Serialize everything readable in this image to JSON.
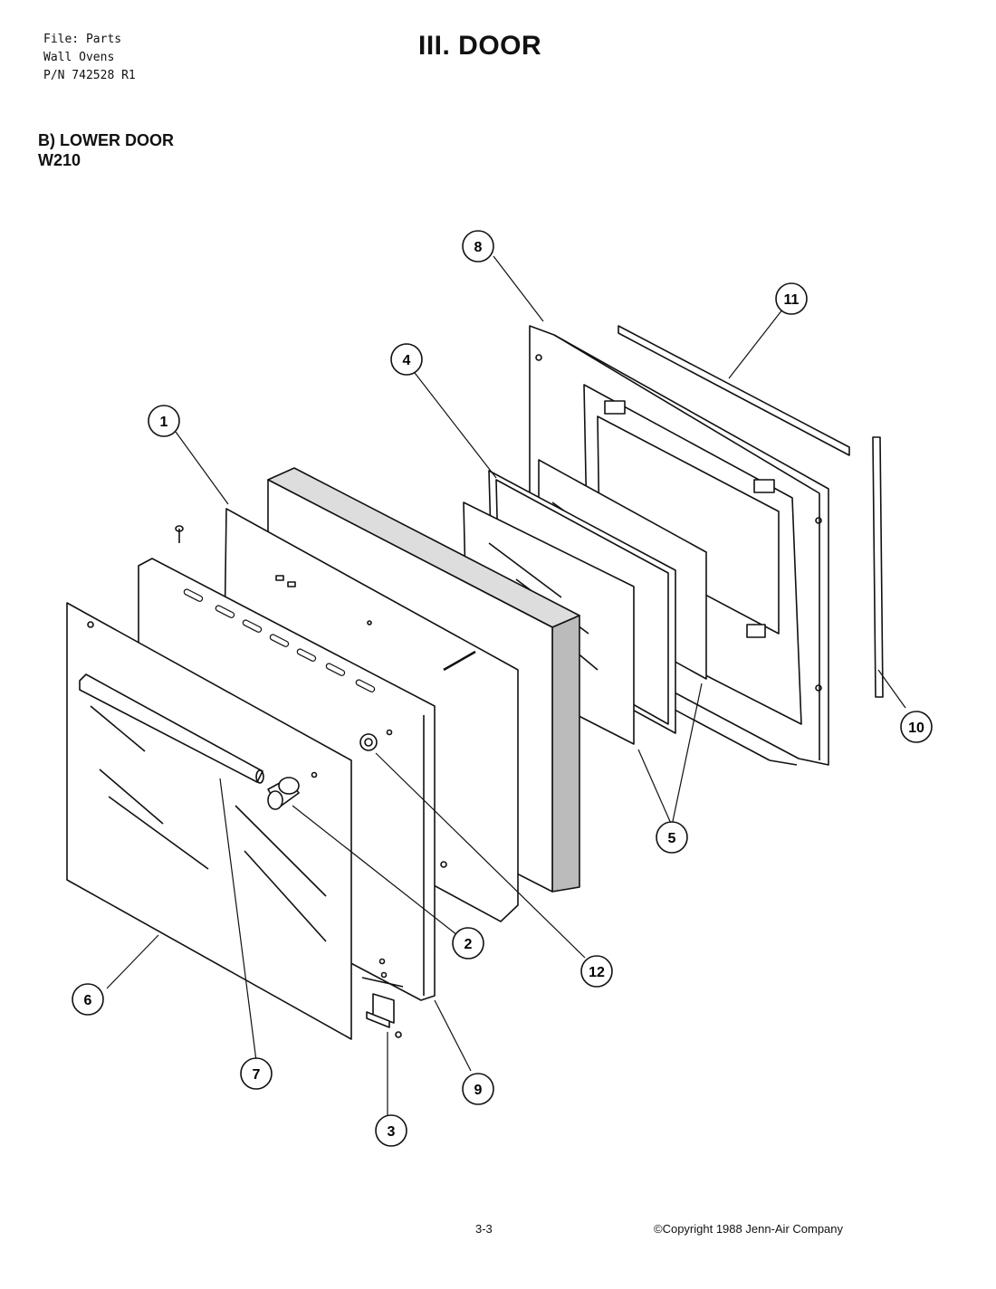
{
  "header": {
    "file_lines": [
      "File: Parts",
      "Wall Ovens",
      "P/N 742528 R1"
    ],
    "title": "III. DOOR",
    "section": "B)  LOWER DOOR",
    "model": "W210"
  },
  "callouts": [
    "1",
    "2",
    "3",
    "4",
    "5",
    "6",
    "7",
    "8",
    "9",
    "10",
    "11",
    "12"
  ],
  "footer": {
    "page": "3-3",
    "copyright": "©Copyright 1988 Jenn-Air Company"
  }
}
